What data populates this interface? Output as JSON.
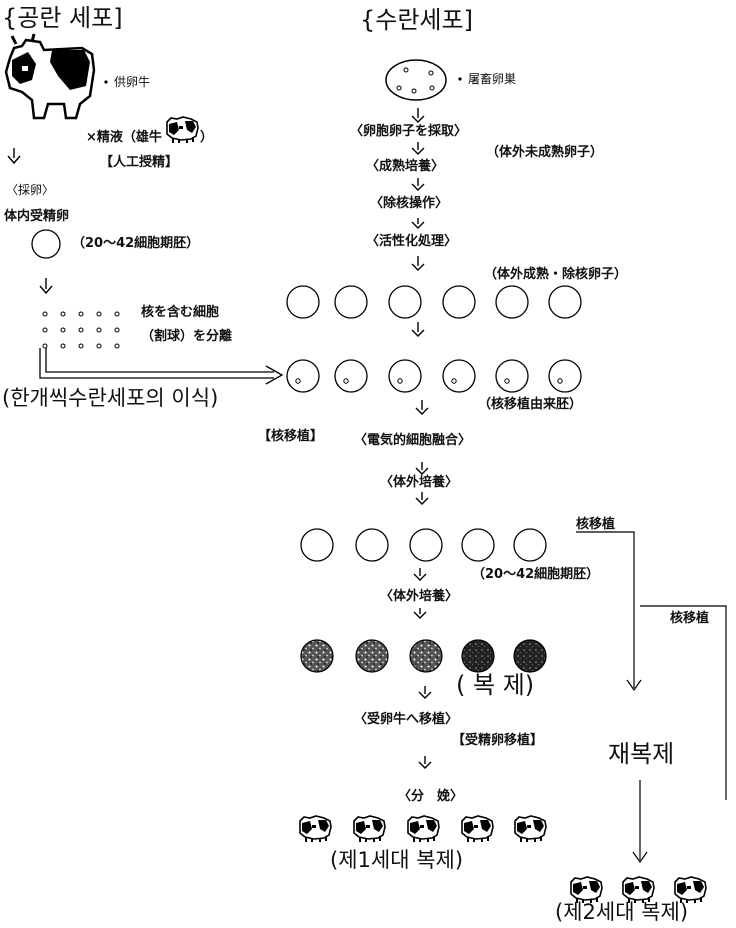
{
  "donor_heading": "{공란 세포]",
  "recipient_heading": "{수란세포]",
  "donor_cow": "供卵牛",
  "slaughter_ovary": "屠畜卵巣",
  "semen": "×精液（雄牛",
  "semen_close": "）",
  "artificial_insemination": "【人工授精】",
  "egg_collection": "〈採卵〉",
  "in_vivo_embryo": "体内受精卵",
  "embryo_stage_1": "（20～42細胞期胚）",
  "collect_oocyte": "〈卵胞卵子を採取〉",
  "immature_oocyte": "（体外未成熟卵子）",
  "maturation_culture": "〈成熟培養〉",
  "enucleation": "〈除核操作〉",
  "activation": "〈活性化処理〉",
  "matured_enucleated": "（体外成熟・除核卵子）",
  "nucleated_cells_1": "核を含む細胞",
  "nucleated_cells_2": "（割球）を分離",
  "transplant_note": "(한개씩수란세포의 이식)",
  "nt_embryo": "（核移植由来胚）",
  "nuclear_transfer": "【核移植】",
  "electrofusion": "〈電気的細胞融合〉",
  "in_vitro_culture_1": "〈体外培養〉",
  "nuclear_transfer_a": "核移植",
  "nuclear_transfer_b": "核移植",
  "embryo_stage_2": "（20～42細胞期胚）",
  "in_vitro_culture_2": "〈体外培養〉",
  "clone": "( 복 제)",
  "transfer_recipient": "〈受卵牛へ移植〉",
  "embryo_transfer": "【受精卵移植】",
  "recloning": "재복제",
  "parturition": "〈分　娩〉",
  "gen1": "(제1세대 복제)",
  "gen2": "(제2세대 복제)",
  "bullet": "・"
}
